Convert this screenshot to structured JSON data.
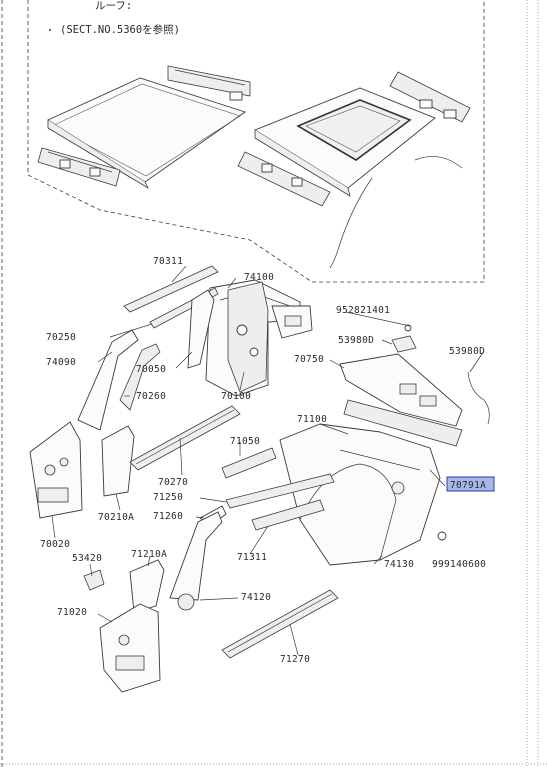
{
  "header": {
    "roof_label": "ルーフ:",
    "note": "(SECT.NO.5360を参照)"
  },
  "parts": {
    "p70311": "70311",
    "p74100": "74100",
    "p70250": "70250",
    "p74090": "74090",
    "p70050": "70050",
    "p70260": "70260",
    "p70100": "70100",
    "p952821401": "952821401",
    "p53980D_a": "53980D",
    "p53980D_b": "53980D",
    "p70750": "70750",
    "p71100": "71100",
    "p71050": "71050",
    "p70270": "70270",
    "p71250": "71250",
    "p71260": "71260",
    "p70210A": "70210A",
    "p70020": "70020",
    "p70791A": "70791A",
    "p71311": "71311",
    "p74130": "74130",
    "p999140600": "999140600",
    "p53420": "53420",
    "p71210A": "71210A",
    "p74120": "74120",
    "p71020": "71020",
    "p71270": "71270"
  },
  "highlight": {
    "part": "70791A",
    "color": "#a9b6ea"
  }
}
